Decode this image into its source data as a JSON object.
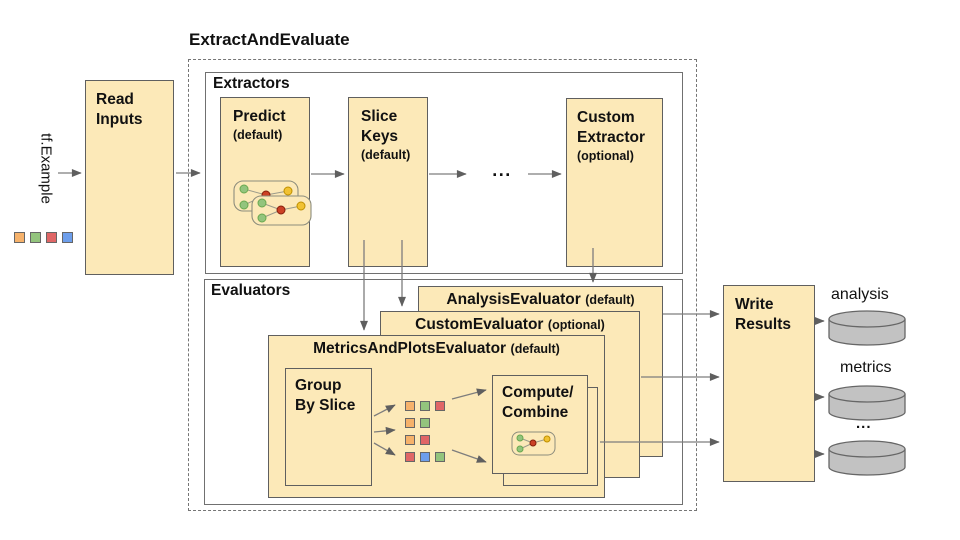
{
  "title": "ExtractAndEvaluate",
  "colors": {
    "box_fill": "#fce9b8",
    "box_border": "#5f5f5f",
    "container_border": "#707070",
    "arrow": "#7d7d7d",
    "cylinder_fill": "#c2c2c2",
    "orange": "#f6b26b",
    "green": "#93c47d",
    "red": "#e06666",
    "blue": "#6d9eeb"
  },
  "input": {
    "label": "tf.Example",
    "legend": [
      [
        "orange",
        "green",
        "red",
        "blue"
      ]
    ]
  },
  "read_inputs": {
    "label": "Read\nInputs"
  },
  "extractors": {
    "label": "Extractors",
    "predict": {
      "name": "Predict",
      "qualifier": "(default)"
    },
    "slice_keys": {
      "name": "Slice\nKeys",
      "qualifier": "(default)"
    },
    "ellipsis": "...",
    "custom_extractor": {
      "name": "Custom\nExtractor",
      "qualifier": "(optional)"
    }
  },
  "evaluators": {
    "label": "Evaluators",
    "analysis_evaluator": {
      "name": "AnalysisEvaluator",
      "qualifier": "(default)"
    },
    "custom_evaluator": {
      "name": "CustomEvaluator",
      "qualifier": "(optional)"
    },
    "metrics_and_plots_evaluator": {
      "name": "MetricsAndPlotsEvaluator",
      "qualifier": "(default)"
    },
    "group_by_slice": {
      "label": "Group\nBy Slice"
    },
    "slice_groups": [
      [
        "orange",
        "green",
        "red"
      ],
      [
        "orange",
        "green"
      ],
      [
        "orange",
        "red"
      ],
      [
        "red",
        "blue",
        "green"
      ]
    ],
    "compute_combine": {
      "label": "Compute/\nCombine"
    }
  },
  "write_results": {
    "label": "Write\nResults"
  },
  "outputs": {
    "analysis": "analysis",
    "metrics": "metrics",
    "more": "..."
  }
}
